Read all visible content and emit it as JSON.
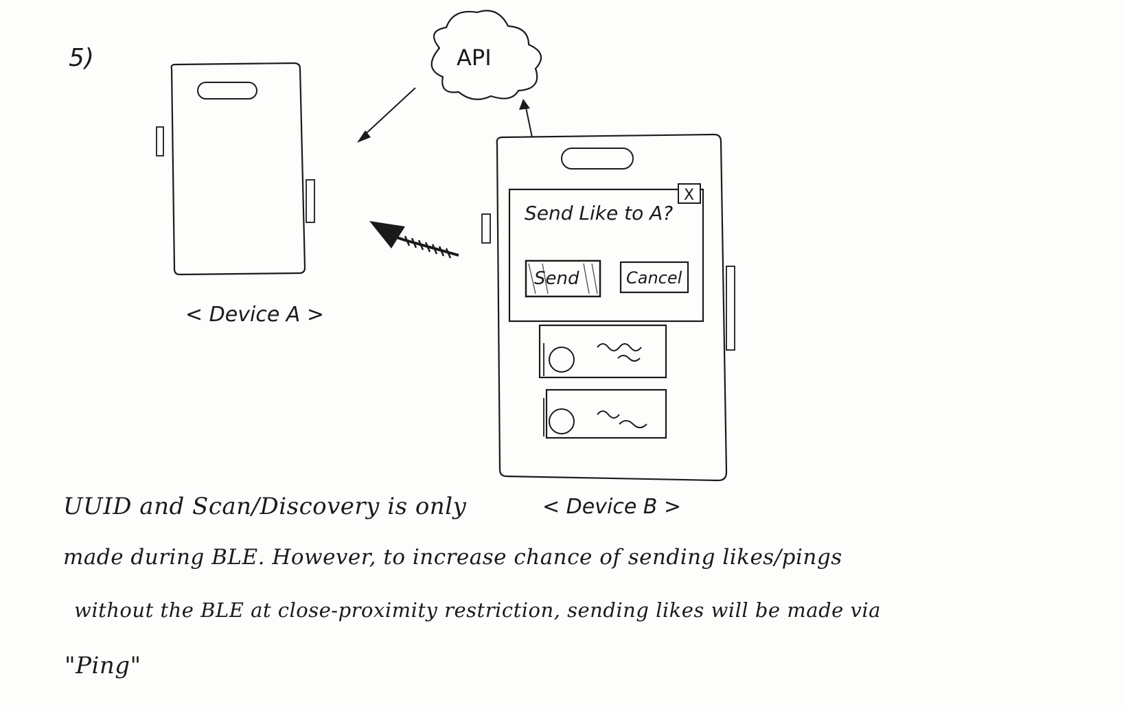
{
  "page_label": "5)",
  "api_label": "API",
  "device_a": {
    "caption": "< Device A >"
  },
  "device_b": {
    "caption": "< Device B >",
    "dialog": {
      "prompt": "Send Like to A?",
      "close_label": "X",
      "send_label": "Send",
      "cancel_label": "Cancel"
    },
    "list_item_count": 2
  },
  "notes": {
    "line1": "UUID and Scan/Discovery is only",
    "line2": "made during BLE. However, to increase chance of sending likes/pings",
    "line3": "without the BLE at close-proximity restriction, sending likes will be made via",
    "line4": "\"Ping\""
  },
  "colors": {
    "ink": "#1a1a1a",
    "paper": "#fdfdfb"
  }
}
